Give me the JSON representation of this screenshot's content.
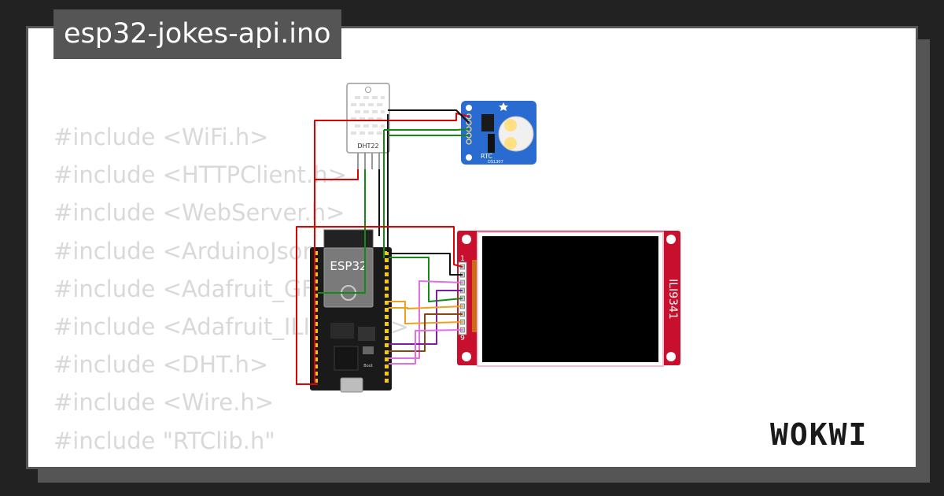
{
  "project": {
    "title": "esp32-jokes-api.ino"
  },
  "code_lines": [
    "#include <WiFi.h>",
    "#include <HTTPClient.h>",
    "#include <WebServer.h>",
    "#include <ArduinoJson.h>",
    "#include <Adafruit_GFX.h>",
    "#include <Adafruit_ILI9341.h>",
    "#include <DHT.h>",
    "#include <Wire.h>",
    "#include \"RTClib.h\""
  ],
  "diagram": {
    "components": {
      "dht22": {
        "label": "DHT22"
      },
      "rtc": {
        "label": "RTC",
        "sublabel": "DS1307"
      },
      "esp32": {
        "label": "ESP32",
        "boot_label": "Boot"
      },
      "display": {
        "label": "ILI9341",
        "pin_first": "1",
        "pin_last": "9"
      }
    },
    "wire_colors": {
      "red": "#e00000",
      "black": "#111111",
      "green": "#138a13",
      "orange": "#f0a020",
      "violet": "#e070e0",
      "purple": "#7b1fa2",
      "brown": "#8b4513",
      "gray": "#9e9e9e"
    }
  },
  "brand": {
    "name": "WOKWI"
  },
  "colors": {
    "background": "#222222",
    "card_border": "#555555",
    "code_text": "#d9d9d9",
    "rtc_board": "#2a6bd1",
    "display_board": "#c8102e",
    "esp32_board": "#1a1a1a"
  }
}
